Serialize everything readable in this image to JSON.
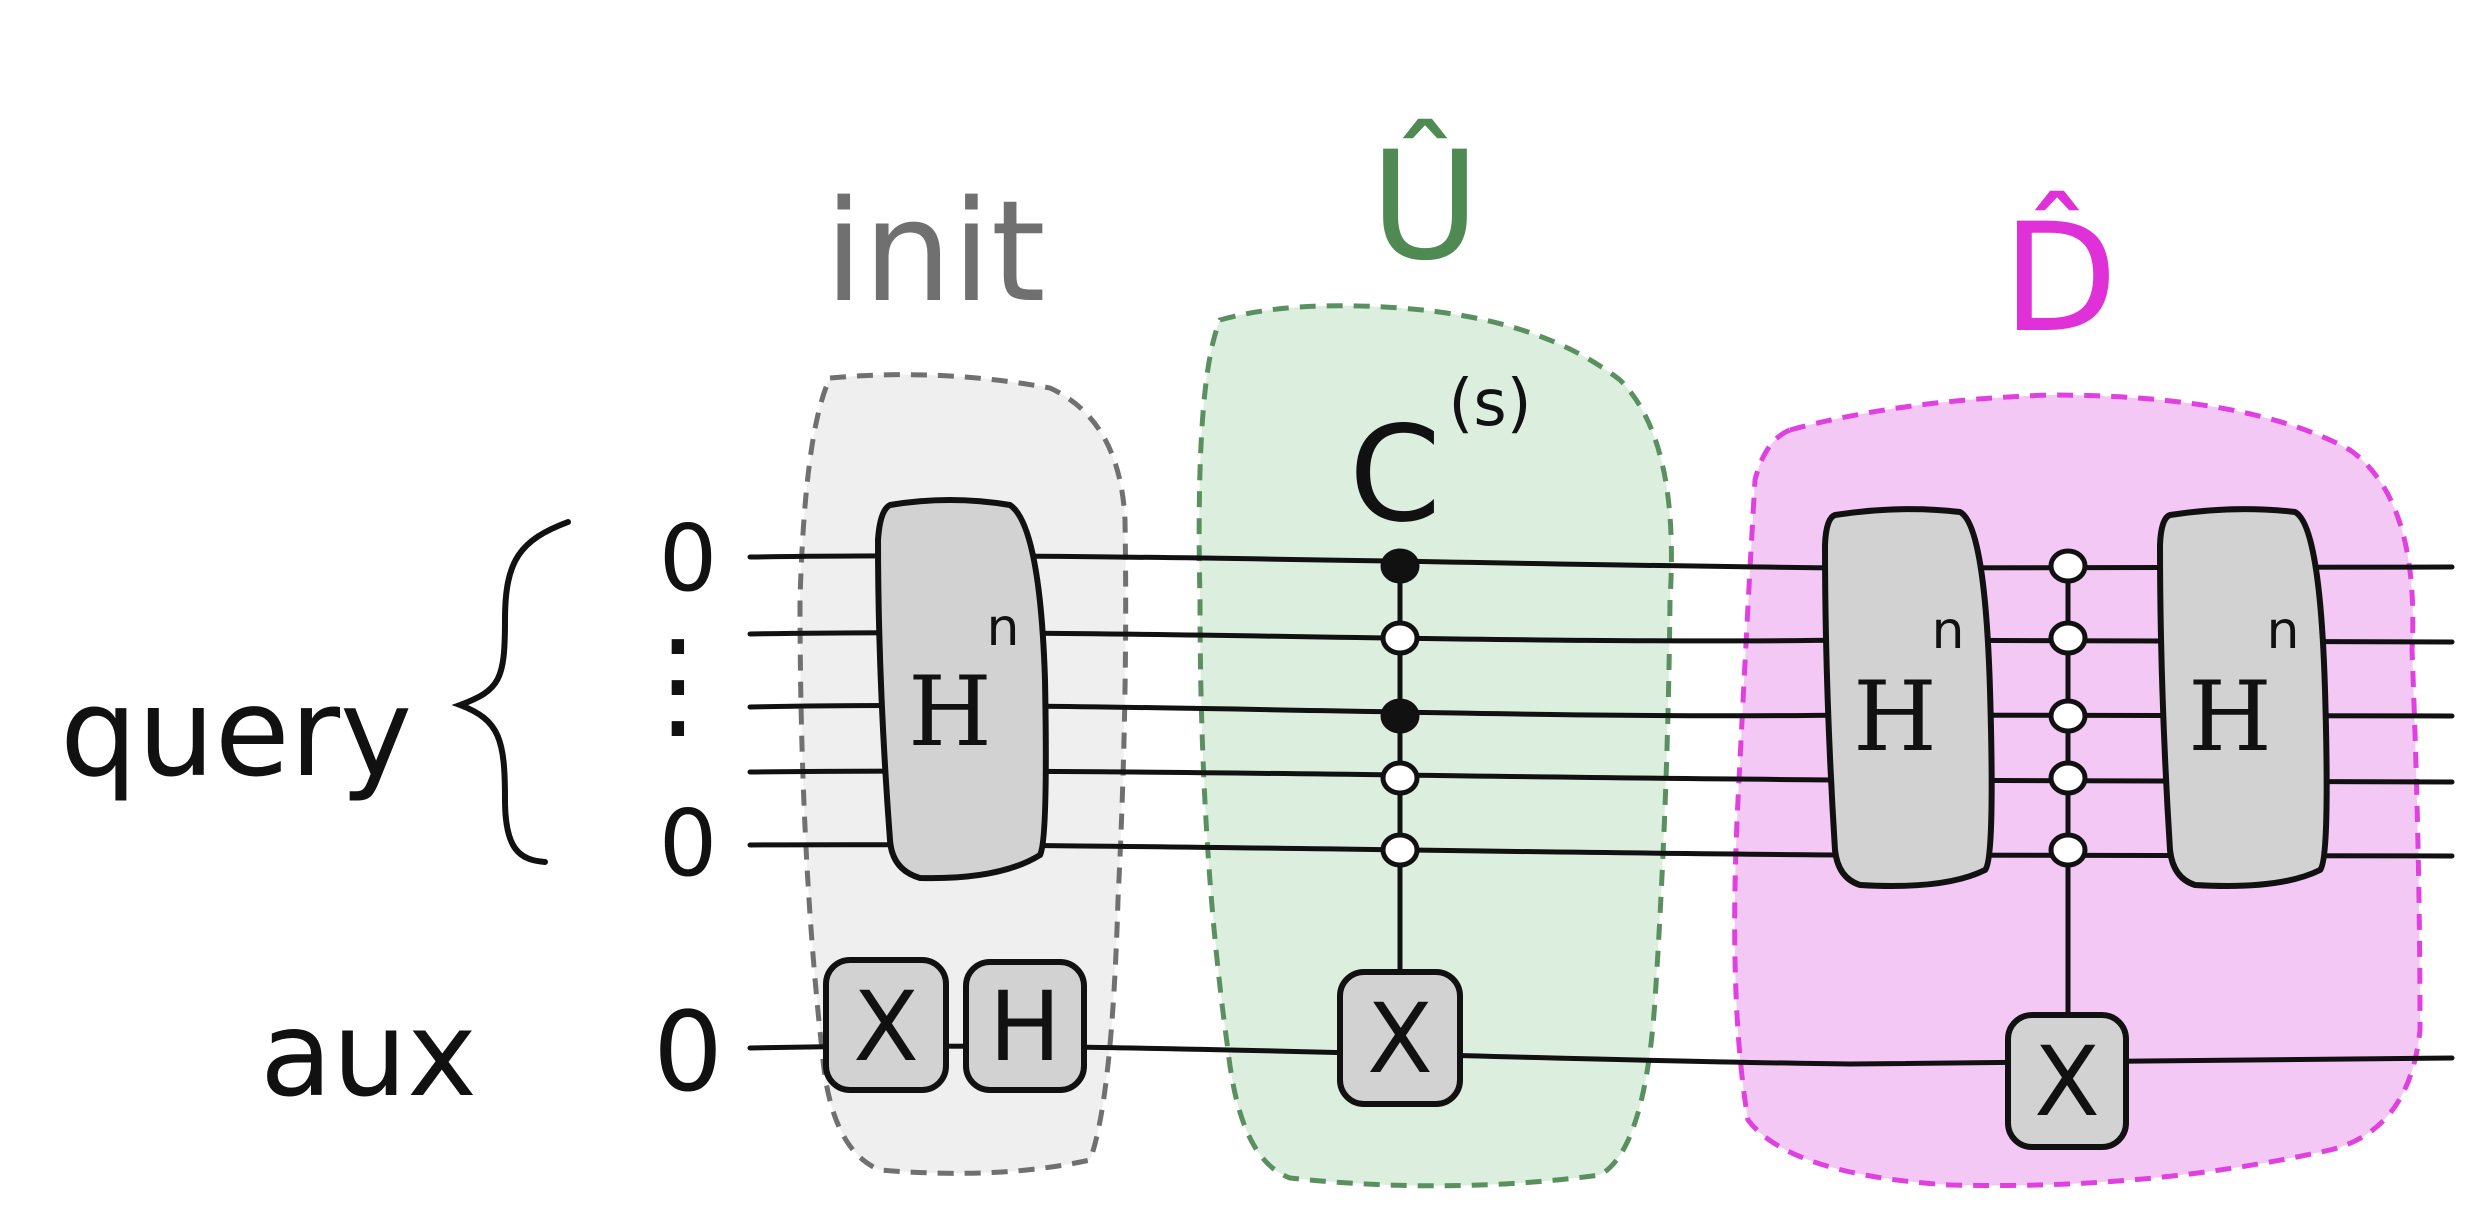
{
  "labels": {
    "query": "query",
    "aux": "aux",
    "init": "init",
    "oracle": "Û",
    "diffuser": "D̂",
    "controlled": "C",
    "controlled_sup": "(s)"
  },
  "wires": {
    "query_top_state": "0",
    "query_bottom_state": "0",
    "aux_state": "0",
    "dots": "⋮"
  },
  "gates": {
    "hn": "H",
    "hn_sup": "n",
    "x": "X",
    "h": "H"
  },
  "colors": {
    "init_fill": "#efefef",
    "init_stroke": "#707070",
    "oracle_fill": "#dcefdf",
    "oracle_stroke": "#5a9060",
    "oracle_label": "#4e8a52",
    "diffuser_fill": "#f4c8f5",
    "diffuser_stroke": "#e040e0",
    "diffuser_label": "#e030d8",
    "gate_fill": "#d2d2d2",
    "wire": "#111111"
  },
  "controls": {
    "oracle": [
      "filled",
      "open",
      "filled",
      "open",
      "open"
    ],
    "diffuser": [
      "open",
      "open",
      "open",
      "open",
      "open"
    ]
  }
}
